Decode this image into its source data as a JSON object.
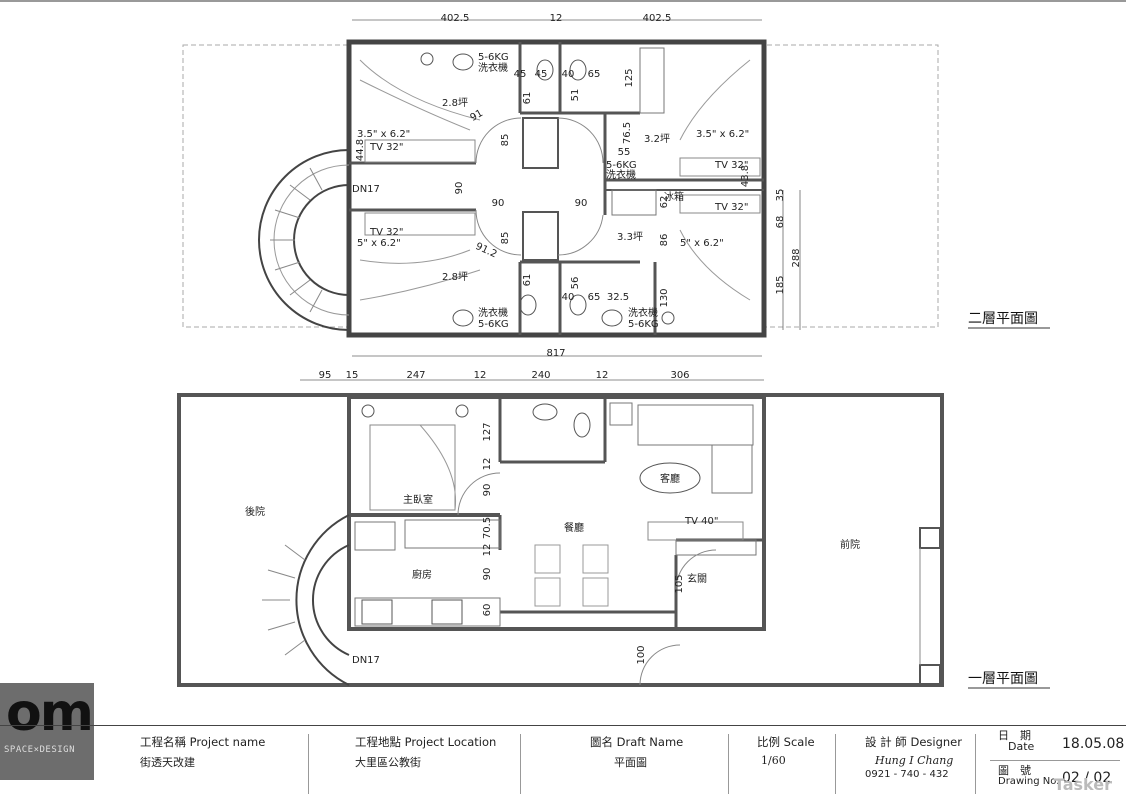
{
  "upper_plan": {
    "title": "二層平面圖",
    "dims": [
      "402.5",
      "12",
      "402.5",
      "817",
      "288",
      "185",
      "68",
      "35",
      "43.8",
      "44.8",
      "91",
      "85",
      "90",
      "90",
      "90",
      "91.2",
      "85",
      "61",
      "61",
      "51",
      "56",
      "45",
      "45",
      "40",
      "65",
      "40",
      "65",
      "32.5",
      "125",
      "76.5",
      "55",
      "130",
      "86",
      "62"
    ],
    "rooms": [
      "2.8坪",
      "2.8坪",
      "3.2坪",
      "3.3坪"
    ],
    "labels": [
      "5-6KG",
      "洗衣機",
      "洗衣機",
      "5-6KG",
      "5-6KG",
      "洗衣機",
      "洗衣機",
      "5-6KG",
      "3.5\" x 6.2\"",
      "TV 32\"",
      "TV 32\"",
      "5\" x 6.2\"",
      "3.5\" x 6.2\"",
      "TV 32\"",
      "TV 32\"",
      "5\" x 6.2\"",
      "冰箱",
      "DN17"
    ]
  },
  "lower_plan": {
    "title": "一層平面圖",
    "dims": [
      "95",
      "15",
      "247",
      "12",
      "240",
      "12",
      "306",
      "127",
      "12",
      "90",
      "70.5",
      "12",
      "90",
      "60",
      "105",
      "100"
    ],
    "rooms": [
      "後院",
      "主臥室",
      "廚房",
      "餐廳",
      "客廳",
      "玄關",
      "前院"
    ],
    "labels": [
      "TV 40\"",
      "DN17"
    ]
  },
  "logo": {
    "text": "om",
    "sub": "SPACE×DESIGN"
  },
  "title_block": {
    "project_label": "工程名稱 Project name",
    "project_value": "街透天改建",
    "location_label": "工程地點 Project Location",
    "location_value": "大里區公教街",
    "draft_label": "圖名 Draft Name",
    "draft_value": "平面圖",
    "scale_label": "比例 Scale",
    "scale_value": "1/60",
    "designer_label": "設 計 師 Designer",
    "designer_name": "Hung I Chang",
    "designer_phone": "0921 - 740 - 432",
    "date_label_cn": "日　期",
    "date_label_en": "Date",
    "date_value": "18.05.08",
    "drawing_label_cn": "圖　號",
    "drawing_label_en": "Drawing No.",
    "drawing_value": "02 / 02"
  },
  "watermark": "Tasker"
}
